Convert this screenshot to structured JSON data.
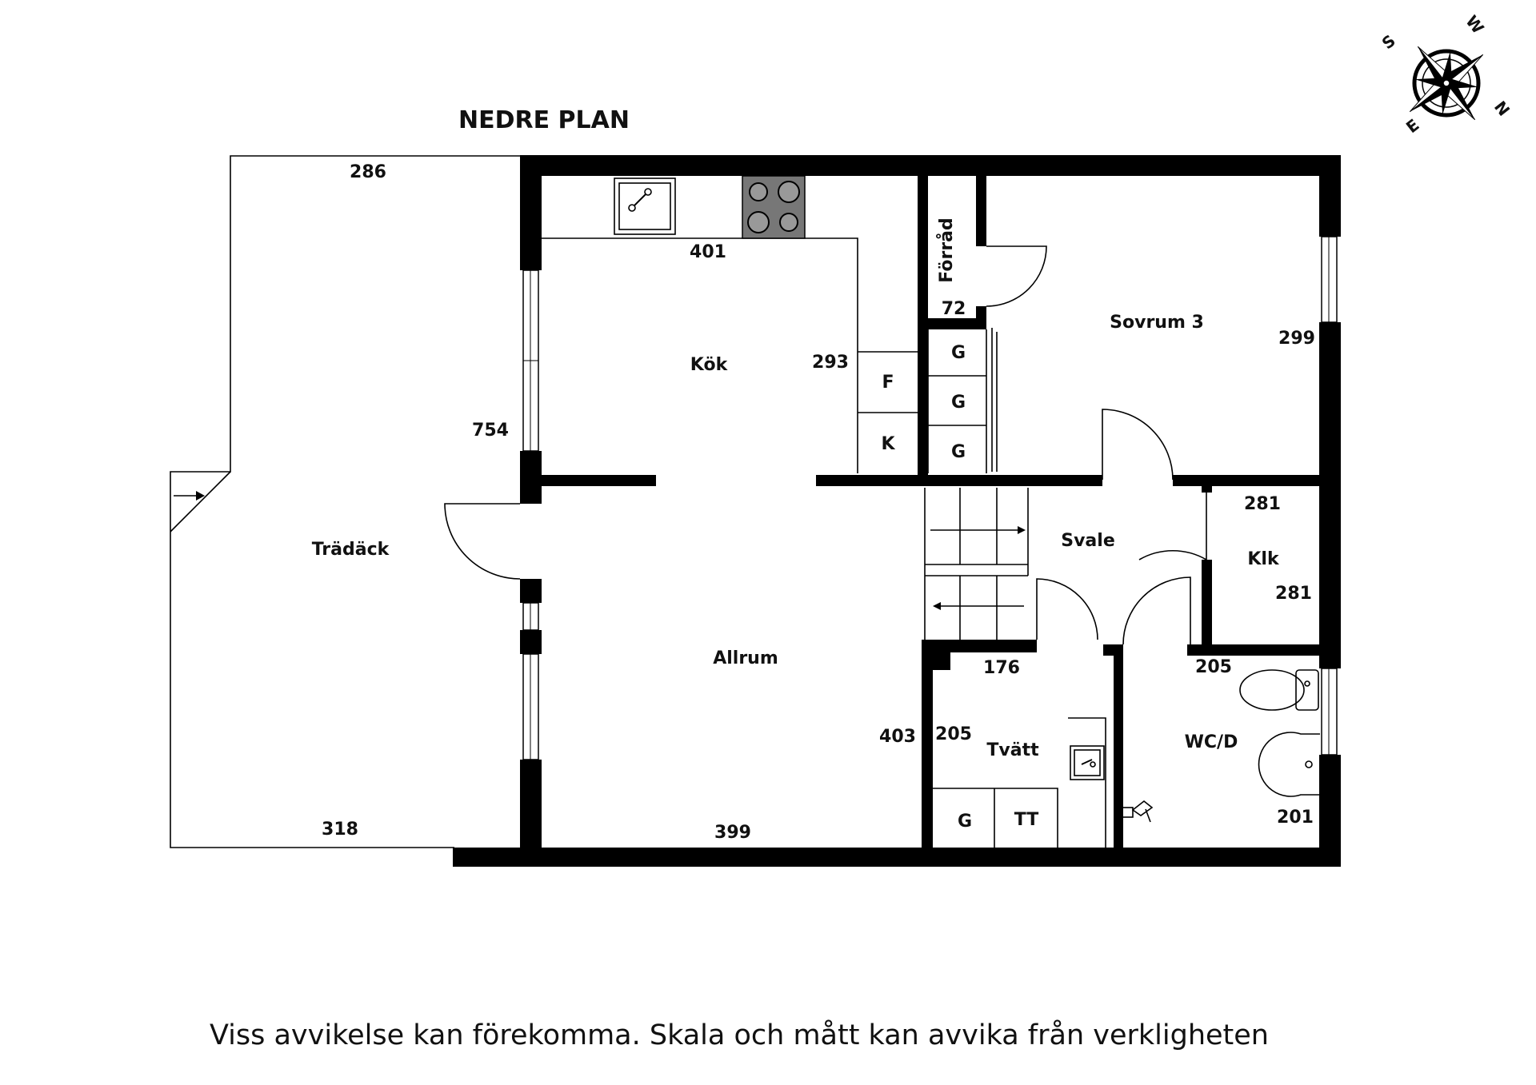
{
  "plan": {
    "title": "NEDRE PLAN",
    "disclaimer": "Viss avvikelse kan förekomma. Skala och mått kan avvika från verkligheten"
  },
  "compass": {
    "n": "N",
    "s": "S",
    "e": "E",
    "w": "W"
  },
  "rooms": {
    "tradack": "Trädäck",
    "kok": "Kök",
    "allrum": "Allrum",
    "forrad": "Förråd",
    "sovrum3": "Sovrum 3",
    "svale": "Svale",
    "klk": "Klk",
    "tvatt": "Tvätt",
    "wcd": "WC/D"
  },
  "fixtures": {
    "fridge": "F",
    "freezer": "K",
    "wardrobe_1": "G",
    "wardrobe_2": "G",
    "wardrobe_3": "G",
    "tvatt_cabinet": "G",
    "tumble_dryer": "TT"
  },
  "dimensions": {
    "tradack_top": "286",
    "tradack_bottom": "318",
    "west_length": "754",
    "kok_width": "401",
    "kok_depth": "293",
    "forrad_width": "72",
    "sovrum_depth": "299",
    "klk_width": "281",
    "klk_depth": "281",
    "tvatt_width": "176",
    "tvatt_depth": "205",
    "allrum_depth": "403",
    "allrum_width": "399",
    "wc_width": "205",
    "wc_depth": "201"
  }
}
